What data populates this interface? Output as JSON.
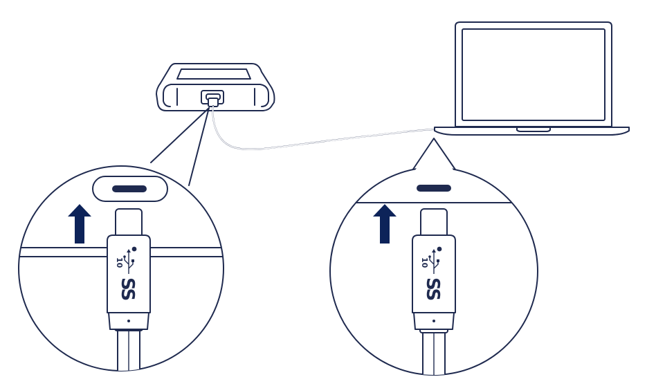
{
  "colors": {
    "line": "#1f2a4f",
    "accent": "#0d2359",
    "background": "#ffffff"
  },
  "icons": {
    "drive": "external-drive-icon",
    "laptop": "laptop-icon",
    "arrow": "insert-arrow-icon",
    "usb": "usb-trident-icon",
    "ss_logo": "superspeed-logo-icon"
  },
  "connector_labels": {
    "left": {
      "speed": "10",
      "logo": "SS"
    },
    "right": {
      "speed": "10",
      "logo": "SS"
    }
  }
}
